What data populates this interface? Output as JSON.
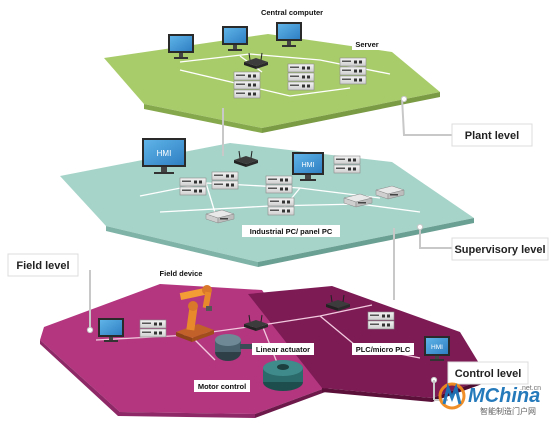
{
  "labels": {
    "central_computer": "Central computer",
    "server": "Server",
    "plant_level": "Plant level",
    "hmi_left": "HMI",
    "hmi_mid": "HMI",
    "hmi_control": "HMI",
    "supervisory_level": "Supervisory level",
    "industrial_pc": "Industrial PC/ panel PC",
    "field_level": "Field level",
    "field_device": "Field device",
    "linear_actuator": "Linear actuator",
    "plc": "PLC/micro PLC",
    "motor_control": "Motor control",
    "control_level": "Control level"
  },
  "watermark": {
    "brand": "MChina",
    "domain": ".net.cn",
    "tagline": "智能制造门户网"
  },
  "colors": {
    "plant_plate": "#a9cc6b",
    "supervisory_plate": "#a6d4c9",
    "field_plate": "#b3367f",
    "control_plate": "#7d1b55",
    "connector": "#c8c8c8"
  }
}
